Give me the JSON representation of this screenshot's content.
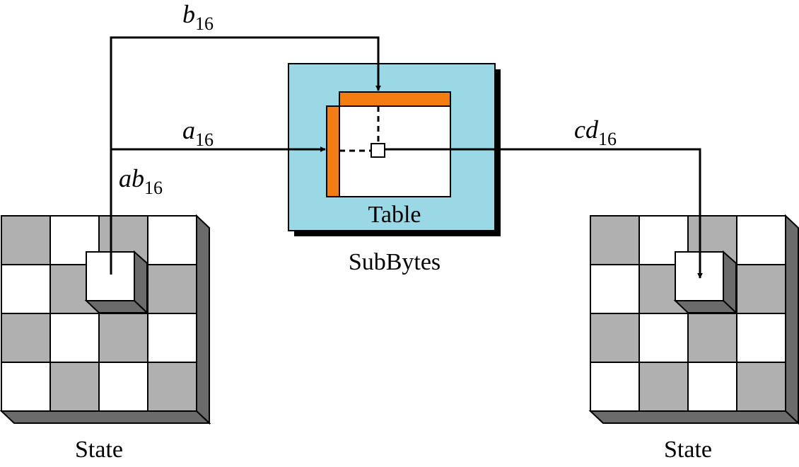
{
  "labels": {
    "b": "b",
    "b_sub": "16",
    "a": "a",
    "a_sub": "16",
    "ab": "ab",
    "ab_sub": "16",
    "cd": "cd",
    "cd_sub": "16",
    "table": "Table",
    "subbytes": "SubBytes",
    "state_left": "State",
    "state_right": "State"
  },
  "colors": {
    "table_bg": "#9ad8e6",
    "table_header": "#f47c10",
    "cell_gray": "#b0b0b0",
    "cell_white": "#ffffff",
    "state_side": "#6b6b6b"
  }
}
